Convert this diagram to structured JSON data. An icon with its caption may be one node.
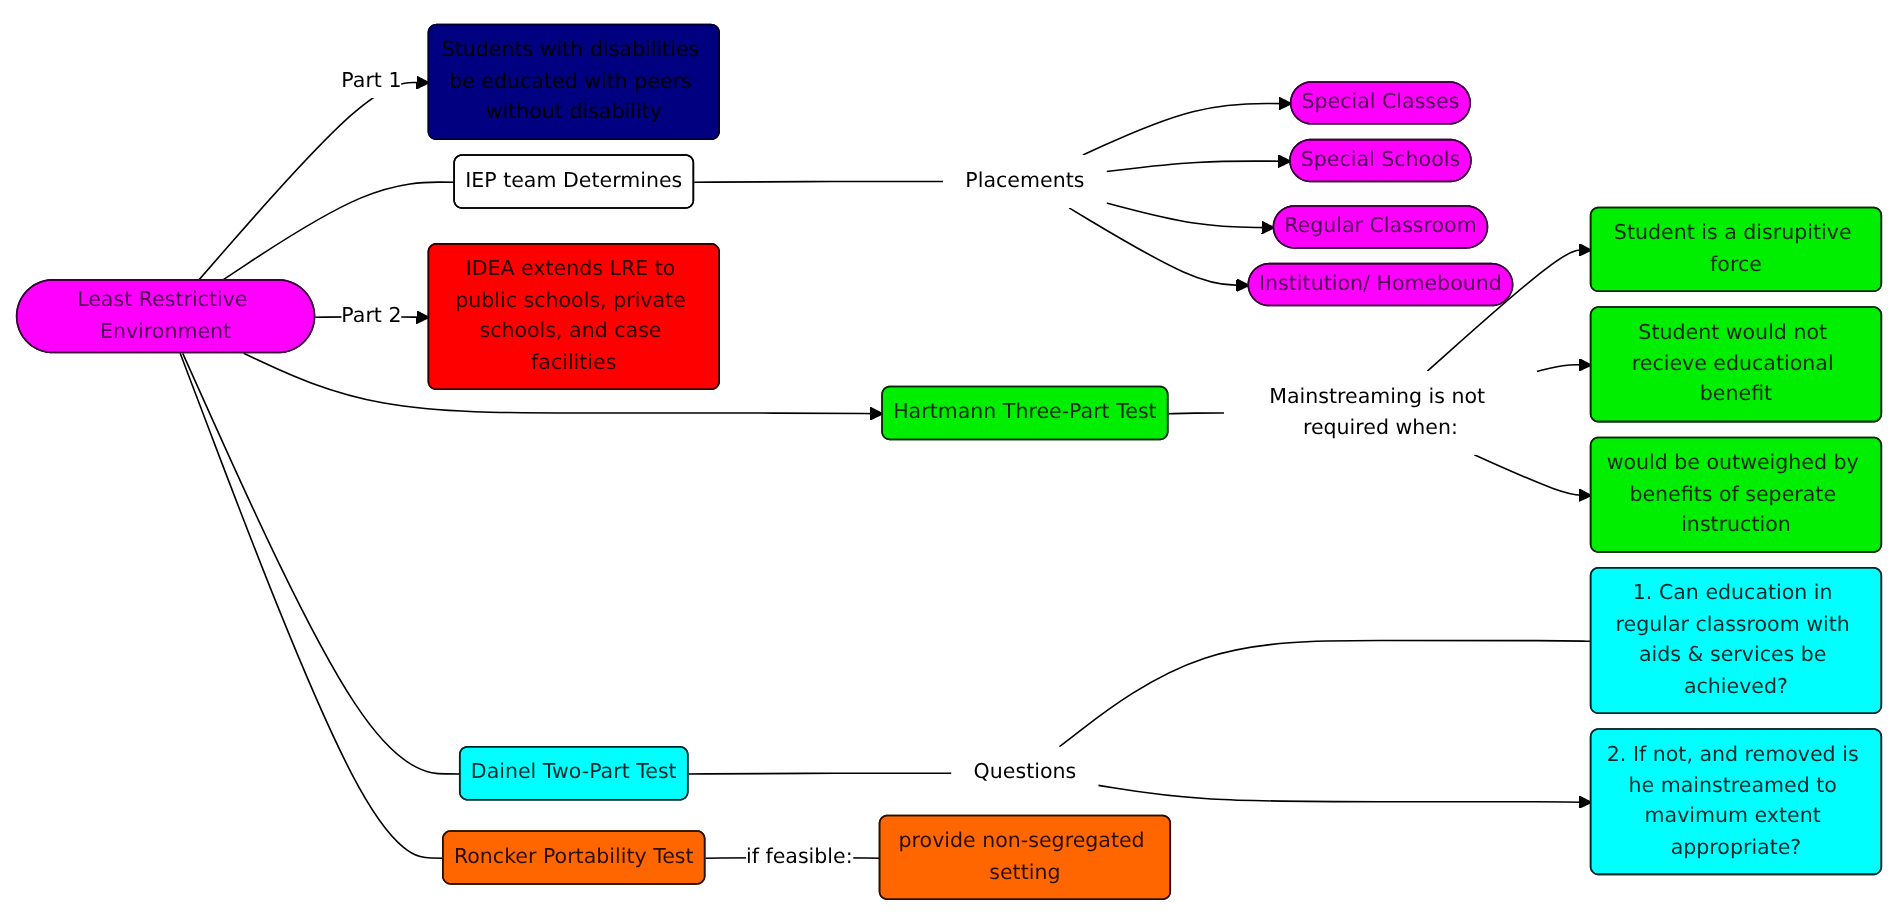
{
  "diagram": {
    "nodes": [
      {
        "text": [
          "Special Classes"
        ]
      },
      {
        "text": [
          "Special Schools"
        ]
      },
      {
        "text": [
          "Regular Classroom"
        ]
      },
      {
        "text": [
          "Institution/ Homebound"
        ]
      },
      {
        "text": [
          "Student would not recieve educational benefit"
        ]
      },
      {
        "text": [
          "Placements"
        ]
      },
      {
        "text": [
          "Student is a disrupitive force"
        ]
      },
      {
        "text": [
          "Students with disabilities be educated with peers without disability"
        ]
      },
      {
        "text": [
          "IEP team Determines"
        ]
      },
      {
        "text": [
          "would be outweighed by benefits of seperate instruction"
        ]
      },
      {
        "text": [
          "Least Restrictive Environment"
        ]
      },
      {
        "text": [
          "Hartmann Three-Part Test"
        ]
      },
      {
        "text": [
          "Mainstreaming is not required when:"
        ]
      },
      {
        "text": [
          "IDEA extends LRE to public schools, private schools, and case facilities"
        ]
      },
      {
        "text": [
          "Dainel Two-Part Test"
        ]
      },
      {
        "text": [
          "Questions"
        ]
      },
      {
        "text": [
          "2. If not, and removed is he mainstreamed to mavimum extent appropriate?"
        ]
      },
      {
        "text": [
          "Roncker Portability Test"
        ]
      },
      {
        "text": [
          "1. Can education in regular classroom with aids & services be achieved?"
        ]
      },
      {
        "text": [
          "provide non-segregated setting"
        ]
      }
    ],
    "edges": [
      {
        "from": 10,
        "to": 8,
        "arrow": "none"
      },
      {
        "from": 8,
        "to": 5,
        "arrow": "none"
      },
      {
        "from": 5,
        "to": 2,
        "arrow": "to"
      },
      {
        "from": 5,
        "to": 0,
        "arrow": "to"
      },
      {
        "from": 5,
        "to": 1,
        "arrow": "to"
      },
      {
        "from": 5,
        "to": 3,
        "arrow": "to"
      },
      {
        "from": 10,
        "to": 7,
        "arrow": "to",
        "label": "Part 1"
      },
      {
        "from": 10,
        "to": 13,
        "arrow": "to",
        "label": "Part 2"
      },
      {
        "from": 10,
        "to": 11,
        "arrow": "to"
      },
      {
        "from": 11,
        "to": 12,
        "arrow": "none"
      },
      {
        "from": 12,
        "to": 6,
        "arrow": "to"
      },
      {
        "from": 12,
        "to": 4,
        "arrow": "to"
      },
      {
        "from": 12,
        "to": 9,
        "arrow": "to"
      },
      {
        "from": 10,
        "to": 14,
        "arrow": "none"
      },
      {
        "from": 14,
        "to": 15,
        "arrow": "none"
      },
      {
        "from": 15,
        "to": 18,
        "arrow": "none"
      },
      {
        "from": 15,
        "to": 16,
        "arrow": "to"
      },
      {
        "from": 10,
        "to": 17,
        "arrow": "none"
      },
      {
        "from": 17,
        "to": 19,
        "arrow": "none",
        "label": "if feasible:"
      }
    ]
  }
}
